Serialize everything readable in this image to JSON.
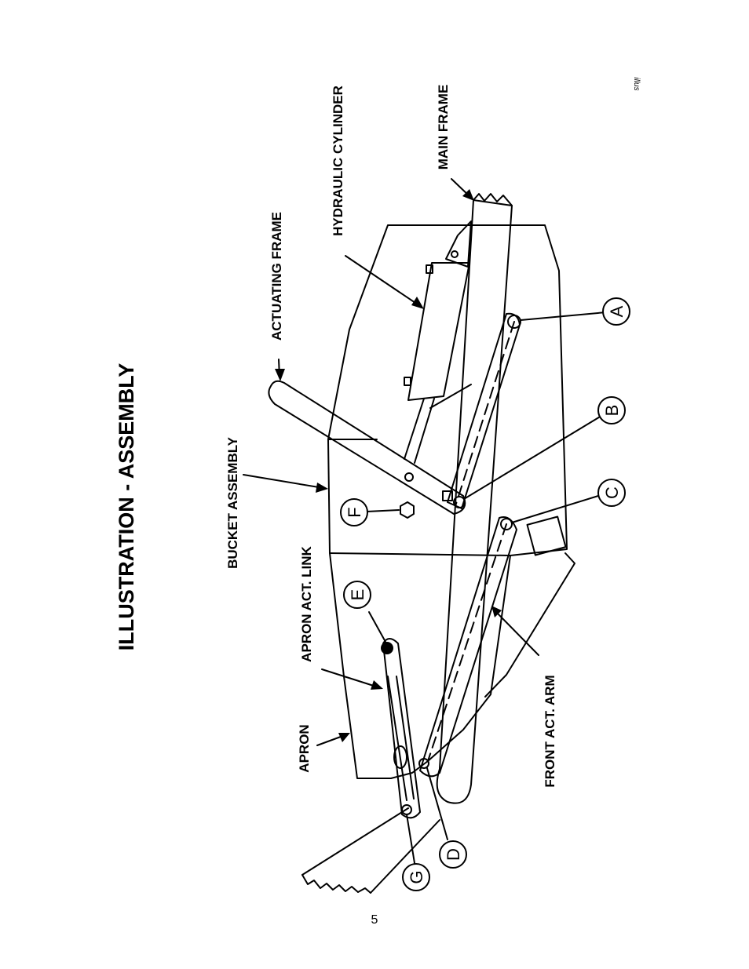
{
  "title": "ILLUSTRATION - ASSEMBLY",
  "tag": "illus",
  "page_number": "5",
  "labels": {
    "hydraulic_cylinder": "HYDRAULIC CYLINDER",
    "main_frame": "MAIN FRAME",
    "actuating_frame": "ACTUATING FRAME",
    "bucket_assembly": "BUCKET ASSEMBLY",
    "apron_act_link": "APRON ACT. LINK",
    "apron": "APRON",
    "front_act_arm": "FRONT ACT. ARM"
  },
  "callouts": {
    "a": "A",
    "b": "B",
    "c": "C",
    "d": "D",
    "e": "E",
    "f": "F",
    "g": "G"
  }
}
